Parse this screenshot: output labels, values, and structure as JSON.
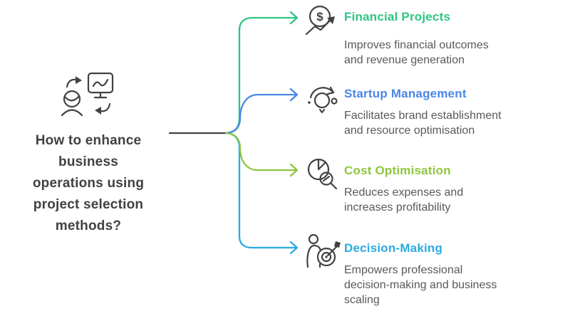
{
  "center": {
    "icon": "person-computer-sync-icon",
    "question": "How to enhance\nbusiness\noperations using\nproject selection\nmethods?",
    "text_color": "#414042",
    "line_color": "#414042"
  },
  "description_color": "#58595B",
  "branches": [
    {
      "icon": "money-growth-icon",
      "title": "Financial Projects",
      "description": "Improves financial outcomes\nand revenue generation",
      "color": "#2EC483"
    },
    {
      "icon": "idea-refresh-icon",
      "title": "Startup Management",
      "description": "Facilitates brand establishment\nand resource optimisation",
      "color": "#4A86E8"
    },
    {
      "icon": "pie-magnifier-icon",
      "title": "Cost Optimisation",
      "description": "Reduces expenses and\nincreases profitability",
      "color": "#8CC63E"
    },
    {
      "icon": "person-target-icon",
      "title": "Decision-Making",
      "description": "Empowers professional\ndecision-making and business\nscaling",
      "color": "#29ABE2"
    }
  ]
}
